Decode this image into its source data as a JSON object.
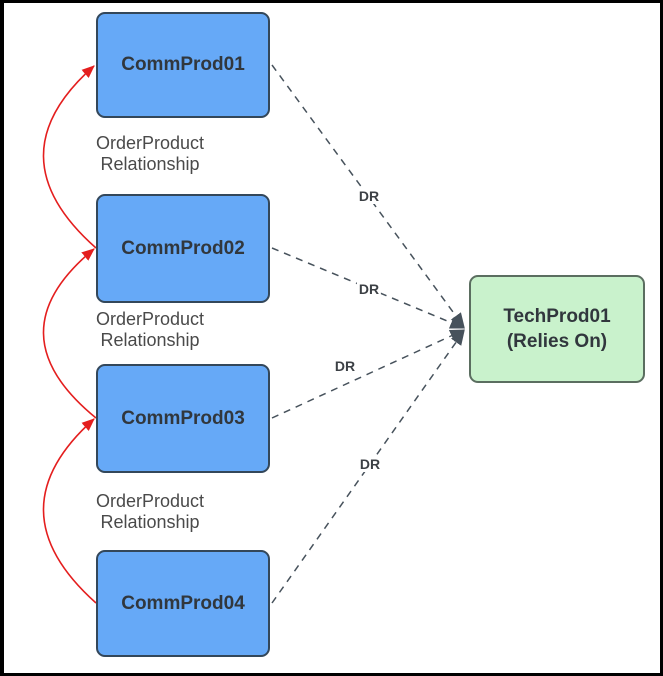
{
  "nodes": {
    "comm": [
      {
        "label": "CommProd01"
      },
      {
        "label": "CommProd02"
      },
      {
        "label": "CommProd03"
      },
      {
        "label": "CommProd04"
      }
    ],
    "tech": {
      "line1": "TechProd01",
      "line2": "(Relies On)"
    }
  },
  "relationship_labels": [
    {
      "line1": "OrderProduct",
      "line2": "Relationship"
    },
    {
      "line1": "OrderProduct",
      "line2": "Relationship"
    },
    {
      "line1": "OrderProduct",
      "line2": "Relationship"
    }
  ],
  "edges": {
    "order_product": [
      {
        "from": "CommProd02",
        "to": "CommProd01",
        "label": "OrderProduct Relationship"
      },
      {
        "from": "CommProd03",
        "to": "CommProd02",
        "label": "OrderProduct Relationship"
      },
      {
        "from": "CommProd04",
        "to": "CommProd03",
        "label": "OrderProduct Relationship"
      }
    ],
    "dependency": [
      {
        "from": "CommProd01",
        "to": "TechProd01",
        "label": "DR"
      },
      {
        "from": "CommProd02",
        "to": "TechProd01",
        "label": "DR"
      },
      {
        "from": "CommProd03",
        "to": "TechProd01",
        "label": "DR"
      },
      {
        "from": "CommProd04",
        "to": "TechProd01",
        "label": "DR"
      }
    ]
  },
  "colors": {
    "comm_fill": "#66a9f7",
    "comm_border": "#33475a",
    "tech_fill": "#c9f2cc",
    "tech_border": "#5b6e60",
    "arrow_red": "#e41e1e",
    "edge_dark": "#47525c",
    "node_text": "#31373d",
    "label_gray": "#4a4a4a",
    "dr_text": "#3c4045",
    "frame": "#000000",
    "bg": "#ffffff"
  }
}
